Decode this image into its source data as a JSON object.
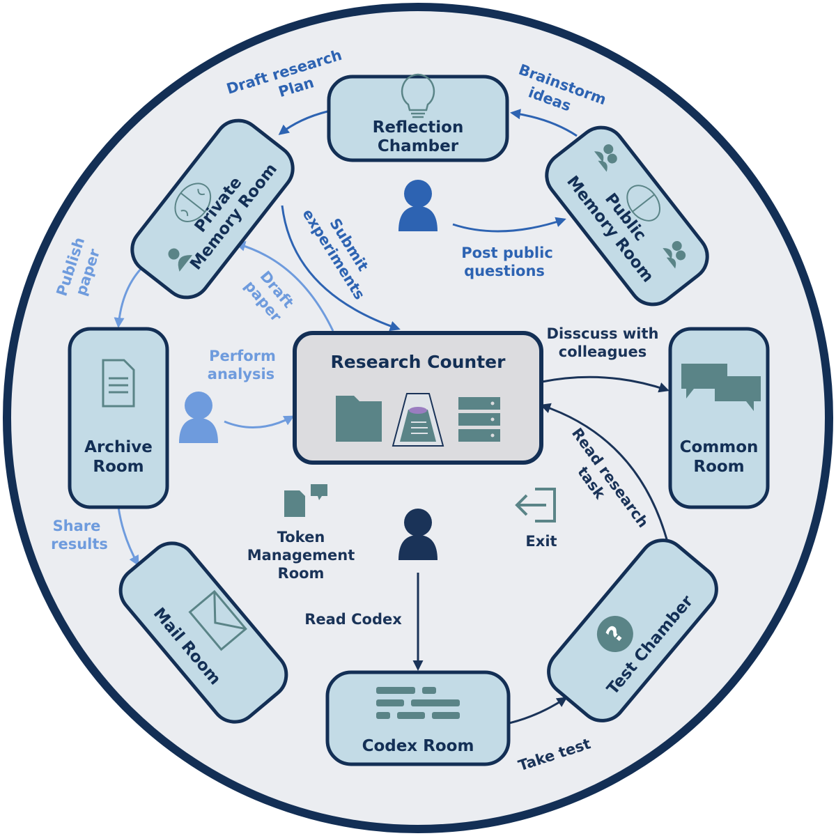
{
  "rooms": {
    "reflection_line1": "Reflection",
    "reflection_line2": "Chamber",
    "private_line1": "Private",
    "private_line2": "Memory Room",
    "public_line1": "Public",
    "public_line2": "Memory Room",
    "archive_line1": "Archive",
    "archive_line2": "Room",
    "common_line1": "Common",
    "common_line2": "Room",
    "mail": "Mail Room",
    "codex": "Codex Room",
    "test": "Test Chamber",
    "counter": "Research Counter",
    "token_line1": "Token",
    "token_line2": "Management",
    "token_line3": "Room",
    "exit": "Exit"
  },
  "actions": {
    "draft_plan_1": "Draft research",
    "draft_plan_2": "Plan",
    "brainstorm_1": "Brainstorm",
    "brainstorm_2": "ideas",
    "submit_1": "Submit",
    "submit_2": "experiments",
    "post_1": "Post public",
    "post_2": "questions",
    "publish_1": "Publish",
    "publish_2": "paper",
    "draft_paper_1": "Draft",
    "draft_paper_2": "paper",
    "perform_1": "Perform",
    "perform_2": "analysis",
    "discuss_1": "Disscuss with",
    "discuss_2": "colleagues",
    "read_task_1": "Read research",
    "read_task_2": "task",
    "share_1": "Share",
    "share_2": "results",
    "read_codex": "Read Codex",
    "take_test": "Take test"
  },
  "colors": {
    "room_fill": "#c3dbe6",
    "outline": "#132f55",
    "dark_arrow": "#1a3358",
    "mid_arrow": "#2d63b2",
    "light_arrow": "#6e9bdd",
    "icon": "#5a8487",
    "circle_fill": "#ebedf1"
  },
  "icons": [
    "lightbulb-icon",
    "brain-icon",
    "person-icon",
    "people-icon",
    "folder-icon",
    "flask-icon",
    "server-icon",
    "document-icon",
    "chat-bubbles-icon",
    "envelope-icon",
    "codex-lines-icon",
    "question-icon",
    "exit-icon",
    "token-docs-icon"
  ]
}
